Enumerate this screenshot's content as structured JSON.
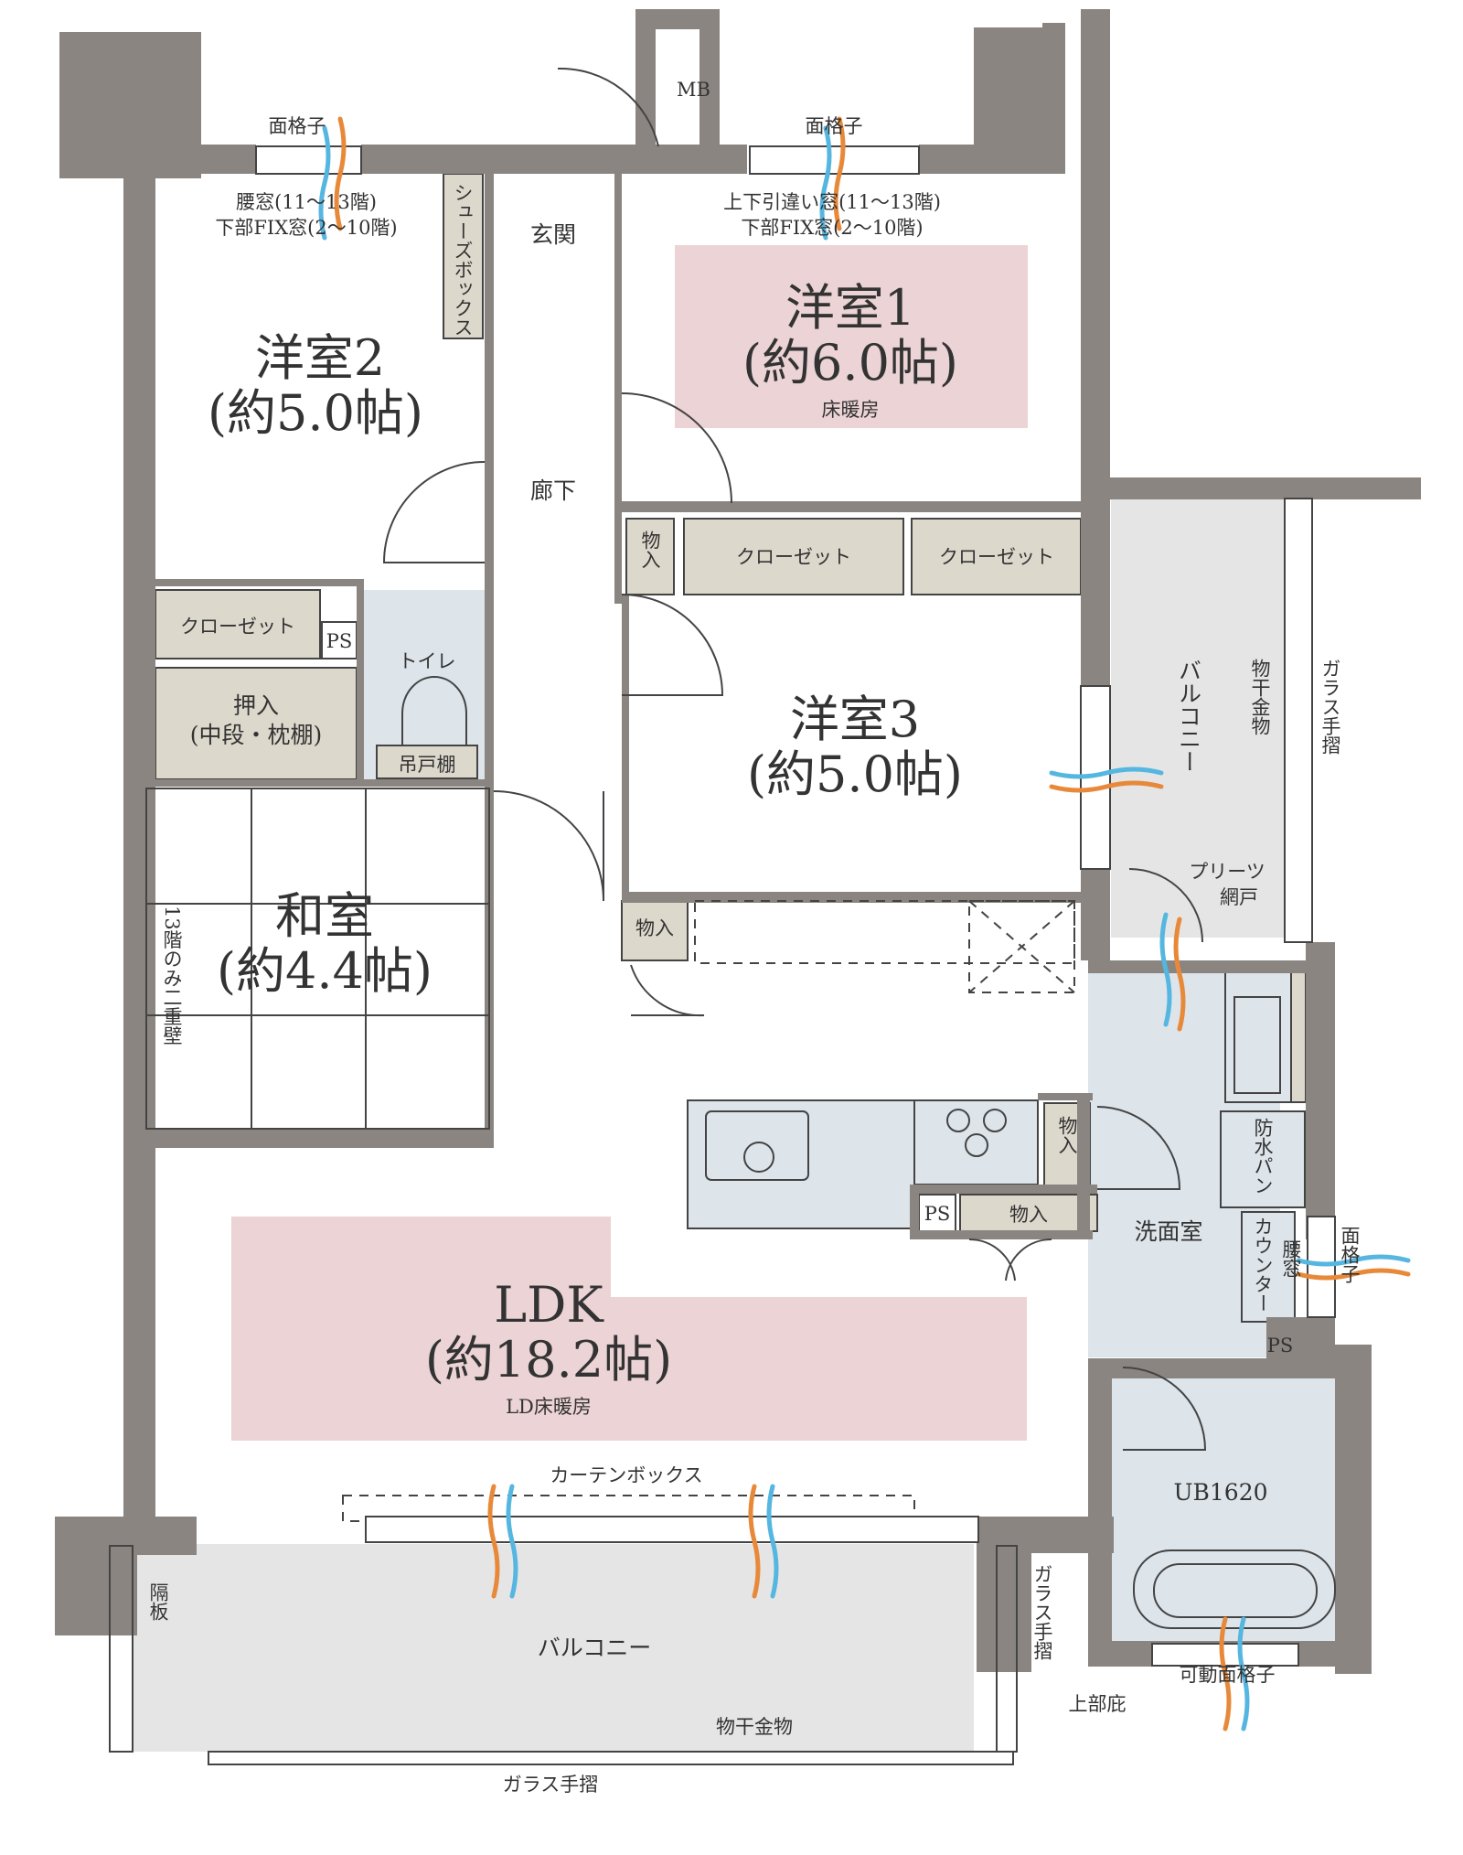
{
  "colors": {
    "wall": "#8a8580",
    "storage": "#ddd8cc",
    "wet_area": "#dde4ea",
    "balcony": "#e5e5e5",
    "floor_heating_highlight": "#ecd3d5",
    "air_orange": "#e8893a",
    "air_blue": "#55b6e0"
  },
  "labels": {
    "mengoshi_top_left": "面格子",
    "mengoshi_top_right": "面格子",
    "window_left_1": "腰窓(11〜13階)",
    "window_left_2": "下部FIX窓(2〜10階)",
    "window_right_1": "上下引違い窓(11〜13階)",
    "window_right_2": "下部FIX窓(2〜10階)",
    "mb": "MB",
    "shoes_box": "シューズボックス",
    "genkan": "玄関",
    "roka": "廊下",
    "yoshitsu1_name": "洋室1",
    "yoshitsu1_size": "(約6.0帖)",
    "yoshitsu1_note": "床暖房",
    "yoshitsu2_name": "洋室2",
    "yoshitsu2_size": "(約5.0帖)",
    "yoshitsu3_name": "洋室3",
    "yoshitsu3_size": "(約5.0帖)",
    "washitsu_name": "和室",
    "washitsu_size": "(約4.4帖)",
    "washitsu_note": "13階のみ二重壁",
    "ldk_name": "LDK",
    "ldk_size": "(約18.2帖)",
    "ldk_note": "LD床暖房",
    "closet_left": "クローゼット",
    "closet_mid": "クローゼット",
    "closet_right": "クローゼット",
    "storage_hall": "物入",
    "storage_kitchen_left": "物入",
    "storage_kitchen_right": "物入",
    "storage_kitchen_bottom": "物入",
    "ps_closet": "PS",
    "ps_kitchen": "PS",
    "ps_bath": "PS",
    "oshiire": "押入",
    "oshiire_note": "(中段・枕棚)",
    "toilet": "トイレ",
    "tsuridana": "吊戸棚",
    "balcony_side": "バルコニー",
    "monohoshi_side": "物干金物",
    "glass_rail_side": "ガラス手摺",
    "pleats_1": "プリーツ",
    "pleats_2": "網戸",
    "bouzui_pan": "防水パン",
    "counter": "カウンター",
    "koshimado": "腰窓",
    "mengoshi_right": "面格子",
    "senmen": "洗面室",
    "ub": "UB1620",
    "curtain_box": "カーテンボックス",
    "balcony_main": "バルコニー",
    "monohoshi_main": "物干金物",
    "kakuita": "隔板",
    "glass_rail_right": "ガラス手摺",
    "glass_rail_bottom": "ガラス手摺",
    "jobu_bisashi": "上部庇",
    "kado_mengoshi": "可動面格子"
  }
}
